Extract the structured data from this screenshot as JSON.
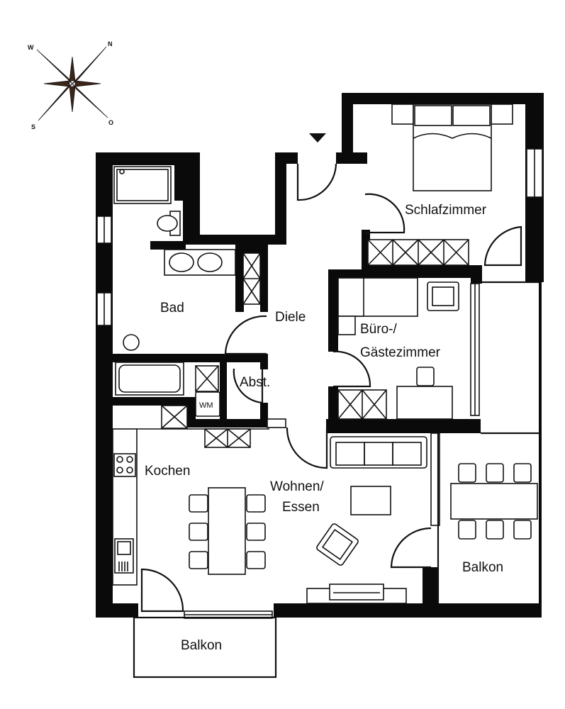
{
  "rooms": {
    "schlafzimmer": "Schlafzimmer",
    "bad": "Bad",
    "diele": "Diele",
    "buero_line1": "Büro-/",
    "buero_line2": "Gästezimmer",
    "abst": "Abst.",
    "kochen": "Kochen",
    "wohnen_line1": "Wohnen/",
    "wohnen_line2": "Essen",
    "balkon_east": "Balkon",
    "balkon_south": "Balkon"
  },
  "appliances": {
    "washing_machine": "WM"
  },
  "compass": {
    "north": "N",
    "east": "O",
    "south": "S",
    "west": "W"
  },
  "colors": {
    "wall": "#0a0a0a",
    "compass": "#3d2418",
    "background": "#ffffff"
  }
}
